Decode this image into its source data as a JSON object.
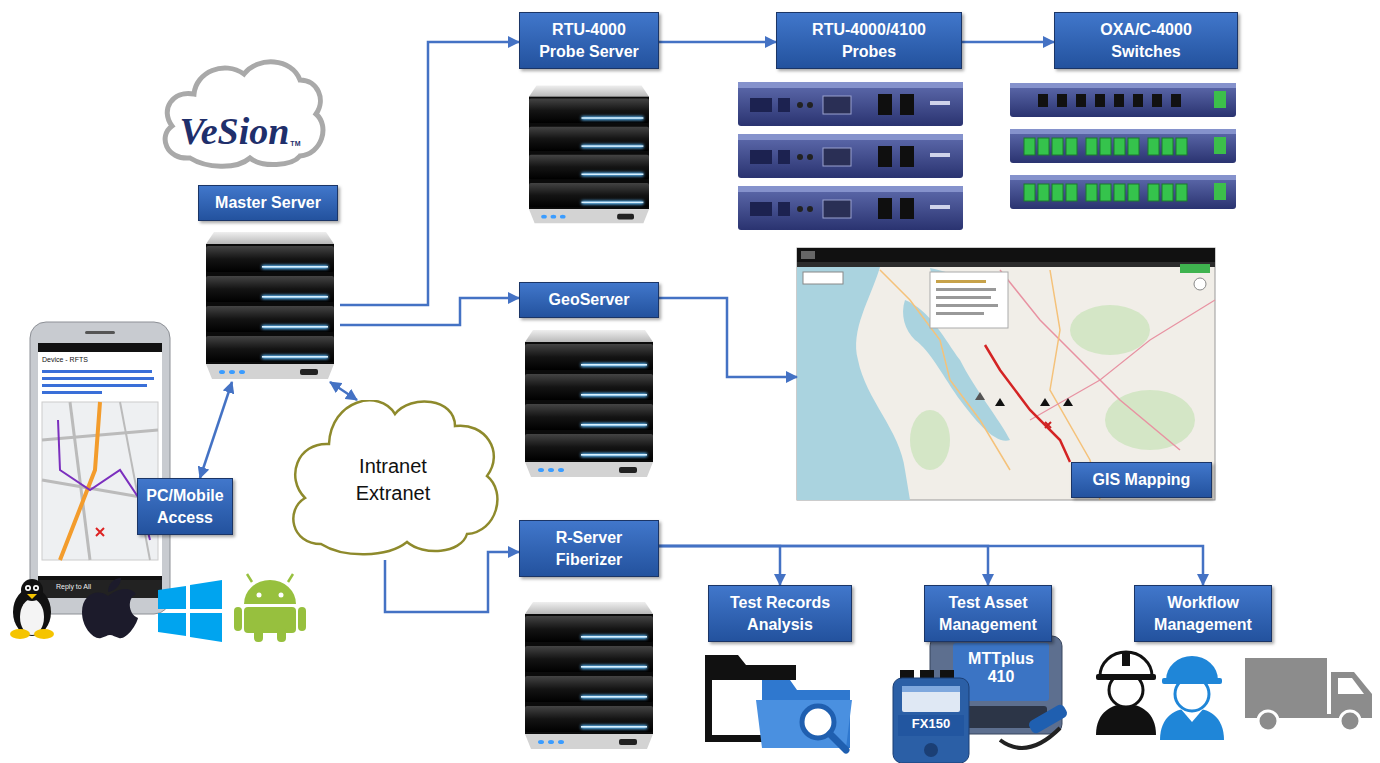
{
  "diagram": {
    "nodes": [
      {
        "text": [
          "VeSion",
          "TM"
        ]
      },
      {
        "text": [
          "Master Server"
        ]
      },
      {
        "text": [
          "RTU-4000 Probe Server"
        ]
      },
      {
        "text": [
          "RTU-4000/4100 Probes"
        ]
      },
      {
        "text": [
          "OXA/C-4000 Switches"
        ]
      },
      {
        "text": [
          "GeoServer"
        ]
      },
      {
        "text": [
          "GIS Mapping"
        ]
      },
      {
        "text": [
          "PC/Mobile Access"
        ]
      },
      {
        "text": [
          "Intranet Extranet"
        ]
      },
      {
        "text": [
          "R-Server Fiberizer"
        ]
      },
      {
        "text": [
          "Test Records Analysis"
        ]
      },
      {
        "text": [
          "Test Asset Management"
        ]
      },
      {
        "text": [
          "Workflow Management"
        ]
      }
    ],
    "edges": [
      {
        "from": 1,
        "to": 2,
        "arrow": "to"
      },
      {
        "from": 1,
        "to": 5,
        "arrow": "to"
      },
      {
        "from": 2,
        "to": 3,
        "arrow": "to"
      },
      {
        "from": 3,
        "to": 4,
        "arrow": "to"
      },
      {
        "from": 5,
        "to": 6,
        "arrow": "to"
      },
      {
        "from": 1,
        "to": 7,
        "arrow": "both"
      },
      {
        "from": 1,
        "to": 8,
        "arrow": "both"
      },
      {
        "from": 8,
        "to": 9,
        "arrow": "to"
      },
      {
        "from": 9,
        "to": 10,
        "arrow": "to"
      },
      {
        "from": 9,
        "to": 11,
        "arrow": "to"
      },
      {
        "from": 9,
        "to": 12,
        "arrow": "to"
      }
    ],
    "labels": [
      "Device - RFTS",
      "Reply to All",
      "FX150",
      "MTTplus 410"
    ]
  }
}
